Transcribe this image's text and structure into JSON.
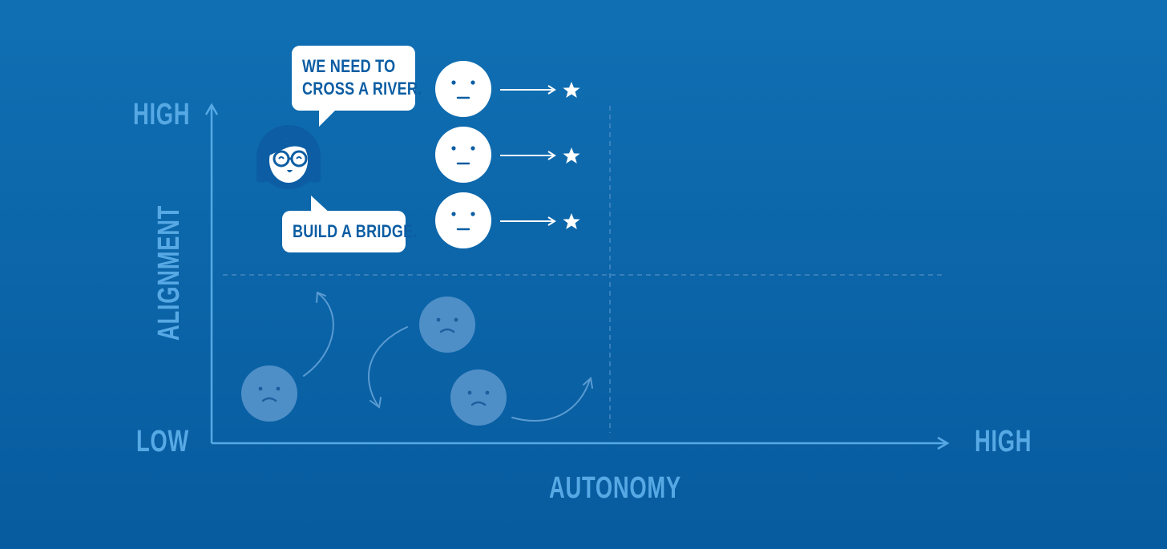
{
  "axes": {
    "y_high": "HIGH",
    "y_low": "LOW",
    "y_title": "ALIGNMENT",
    "x_high": "HIGH",
    "x_title": "AUTONOMY"
  },
  "speech": {
    "top": "WE NEED TO\nCROSS A RIVER.",
    "bottom": "BUILD A BRIDGE."
  },
  "colors": {
    "background": "#0b64a7",
    "axis": "#56a9e4",
    "face_bright": "#ffffff",
    "face_dim": "#4f8fc8",
    "ink": "#0c5da3"
  },
  "icons": [
    "leader-avatar-icon",
    "neutral-face-icon",
    "sad-face-icon",
    "star-icon",
    "arrow-icon"
  ]
}
